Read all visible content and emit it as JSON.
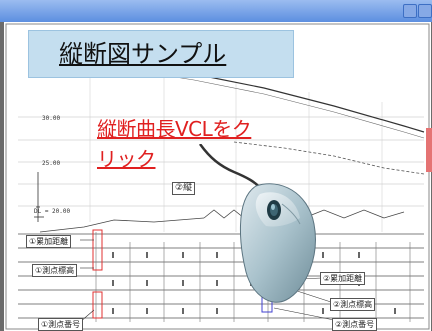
{
  "slide": {
    "title": "縦断図サンプル",
    "instruction_line1": "縦断曲長VCLをク",
    "instruction_line2": "リック"
  },
  "drawing": {
    "elevations": [
      "30.00",
      "25.00",
      "DL = 20.00"
    ],
    "section_label": "②縦",
    "row_labels_left": [
      "①累加距離",
      "①測点標高",
      "①測点番号"
    ],
    "row_labels_right": [
      "②累加距離",
      "②測点標高",
      "②測点番号"
    ]
  },
  "colors": {
    "title_bg": "#c4deef",
    "instruction": "#e02020",
    "window_titlebar": "#5c8fe0"
  },
  "icons": [
    "mouse-icon",
    "window-control-icon"
  ]
}
